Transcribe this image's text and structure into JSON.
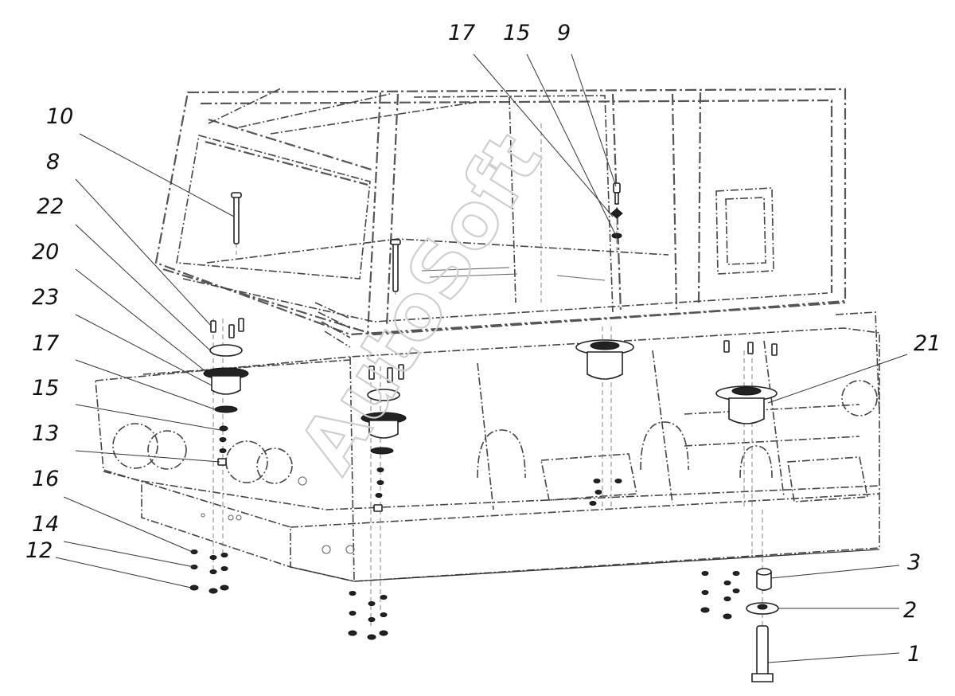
{
  "diagram": {
    "watermark": "AutoSoft",
    "callouts": [
      {
        "id": "17-top",
        "label": "17"
      },
      {
        "id": "15-top",
        "label": "15"
      },
      {
        "id": "9",
        "label": "9"
      },
      {
        "id": "10",
        "label": "10"
      },
      {
        "id": "8",
        "label": "8"
      },
      {
        "id": "22",
        "label": "22"
      },
      {
        "id": "20",
        "label": "20"
      },
      {
        "id": "23",
        "label": "23"
      },
      {
        "id": "17-left",
        "label": "17"
      },
      {
        "id": "15-left",
        "label": "15"
      },
      {
        "id": "13",
        "label": "13"
      },
      {
        "id": "16",
        "label": "16"
      },
      {
        "id": "14",
        "label": "14"
      },
      {
        "id": "12",
        "label": "12"
      },
      {
        "id": "21",
        "label": "21"
      },
      {
        "id": "3",
        "label": "3"
      },
      {
        "id": "2",
        "label": "2"
      },
      {
        "id": "1",
        "label": "1"
      }
    ]
  }
}
